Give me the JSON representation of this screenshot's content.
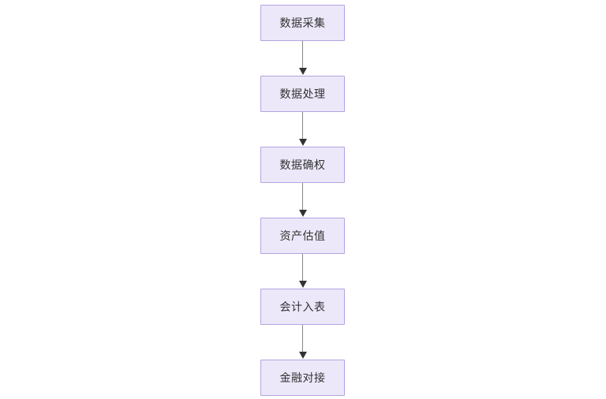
{
  "diagram": {
    "type": "flowchart",
    "direction": "top-to-bottom",
    "background_color": "#ffffff",
    "node_fill_color": "#ece8fa",
    "node_border_color": "#b5a3e0",
    "edge_color": "#888888",
    "arrowhead_color": "#333333",
    "label_color": "#333333",
    "nodes": [
      {
        "id": "n1",
        "label": "数据采集"
      },
      {
        "id": "n2",
        "label": "数据处理"
      },
      {
        "id": "n3",
        "label": "数据确权"
      },
      {
        "id": "n4",
        "label": "资产估值"
      },
      {
        "id": "n5",
        "label": "会计入表"
      },
      {
        "id": "n6",
        "label": "金融对接"
      }
    ],
    "edges": [
      {
        "from": "n1",
        "to": "n2",
        "label": ""
      },
      {
        "from": "n2",
        "to": "n3",
        "label": ""
      },
      {
        "from": "n3",
        "to": "n4",
        "label": ""
      },
      {
        "from": "n4",
        "to": "n5",
        "label": ""
      },
      {
        "from": "n5",
        "to": "n6",
        "label": ""
      }
    ]
  }
}
